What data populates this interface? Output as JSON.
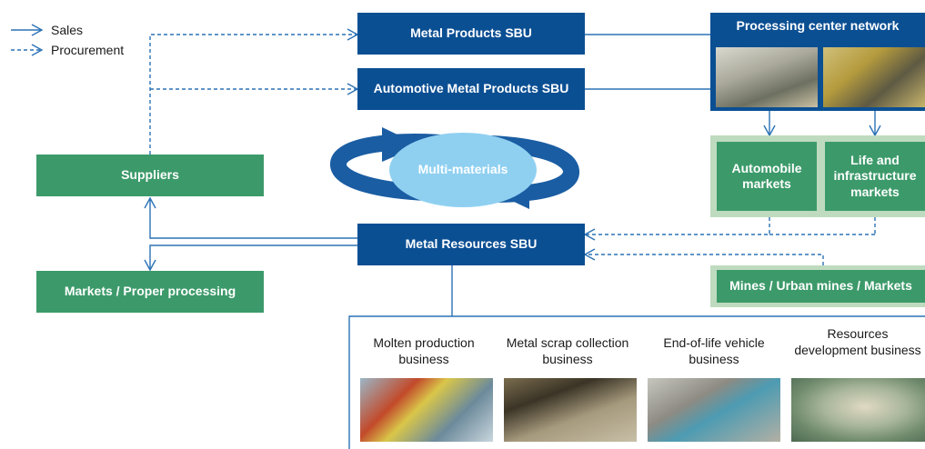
{
  "legend": {
    "sales": "Sales",
    "procurement": "Procurement"
  },
  "sbus": {
    "metal_products": "Metal Products SBU",
    "automotive_metal_products": "Automotive Metal Products SBU",
    "metal_resources": "Metal Resources SBU"
  },
  "processing_center": {
    "title": "Processing center network"
  },
  "markets": {
    "automobile": "Automobile markets",
    "life_infrastructure": "Life and infrastructure markets"
  },
  "suppliers": "Suppliers",
  "multi_materials": "Multi-materials",
  "markets_proper_processing": "Markets / Proper processing",
  "mines": "Mines / Urban mines / Markets",
  "businesses": [
    {
      "label": "Molten production business"
    },
    {
      "label": "Metal scrap collection business"
    },
    {
      "label": "End-of-life vehicle business"
    },
    {
      "label": "Resources development business"
    }
  ],
  "colors": {
    "sbu_blue": "#0b4f93",
    "green": "#3c9a6a",
    "light_green": "#bfdbbf",
    "ellipse": "#8fd0f1",
    "arrow_blue": "#1565a8"
  }
}
